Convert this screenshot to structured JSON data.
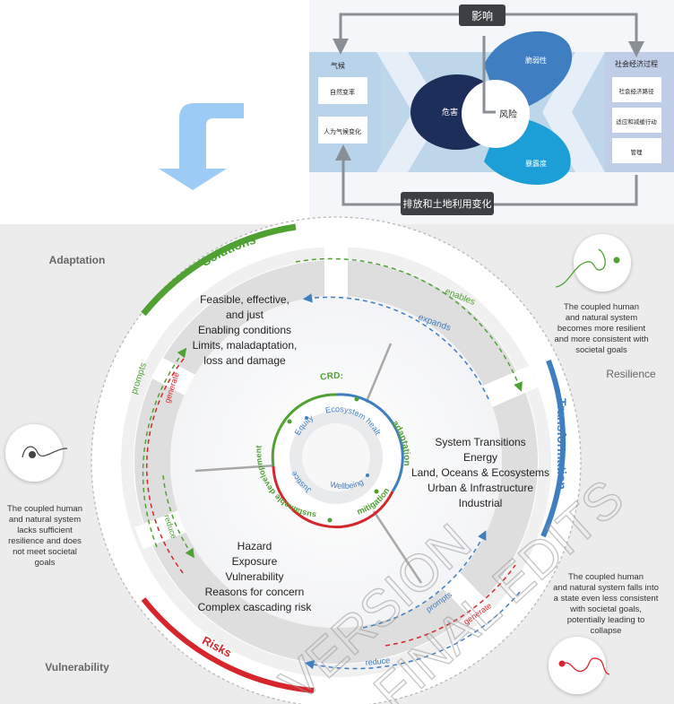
{
  "top_diagram": {
    "impact": "影响",
    "emissions": "排放和土地利用变化",
    "climate": {
      "title": "气候",
      "items": [
        "自然变率",
        "人为气候变化"
      ]
    },
    "socio": {
      "title": "社会经济过程",
      "items": [
        "社会经济路径",
        "适应和减缓行动",
        "管理"
      ]
    },
    "hazard": "危害",
    "vulnerability": "脆弱性",
    "exposure": "暴露度",
    "risk": "风险"
  },
  "main_diagram": {
    "corner_labels": {
      "adaptation": "Adaptation",
      "resilience": "Resilience",
      "vulnerability": "Vulnerability"
    },
    "arcs": {
      "solutions": "Solutions",
      "transformation": "Transformation",
      "risks": "Risks"
    },
    "flows": {
      "enables": "enables",
      "expands": "expands",
      "prompts_left": "prompts",
      "generate_left": "generate",
      "reduce_left": "reduce",
      "prompts_bottom": "prompts",
      "generate_bottom": "generate",
      "reduce_bottom": "reduce"
    },
    "solutions_text": [
      "Feasible, effective,",
      "and just",
      "Enabling conditions",
      "Limits, maladaptation,",
      "loss and damage"
    ],
    "transitions_text": [
      "System Transitions",
      "Energy",
      "Land, Oceans & Ecosystems",
      "Urban & Infrastructure",
      "Industrial"
    ],
    "risks_text": [
      "Hazard",
      "Exposure",
      "Vulnerability",
      "Reasons for concern",
      "Complex cascading risk"
    ],
    "crd": {
      "crd": "CRD:",
      "adaptation": "adaptation",
      "mitigation": "mitigation",
      "sustainable": "sustainable development",
      "equity": "Equity",
      "ecosystem": "Ecosystem health",
      "wellbeing": "Wellbeing",
      "justice": "Justice"
    },
    "notes": {
      "top_right": [
        "The coupled human",
        "and natural system",
        "becomes more resilient",
        "and more consistent with",
        "societal goals"
      ],
      "left": [
        "The coupled human",
        "and natural system",
        "lacks sufficient",
        "resilience and does",
        "not meet societal",
        "goals"
      ],
      "bottom_right": [
        "The coupled human",
        "and natural system falls into",
        "a state even less consistent",
        "with societal goals,",
        "potentially leading to",
        "collapse"
      ]
    },
    "watermark": [
      "VERSION",
      "FINAL EDITS"
    ],
    "colors": {
      "green": "#4fa232",
      "blue": "#3f7fc1",
      "red": "#d7262b",
      "navy": "#1e2e5a",
      "cyan": "#1b9fd6"
    }
  }
}
